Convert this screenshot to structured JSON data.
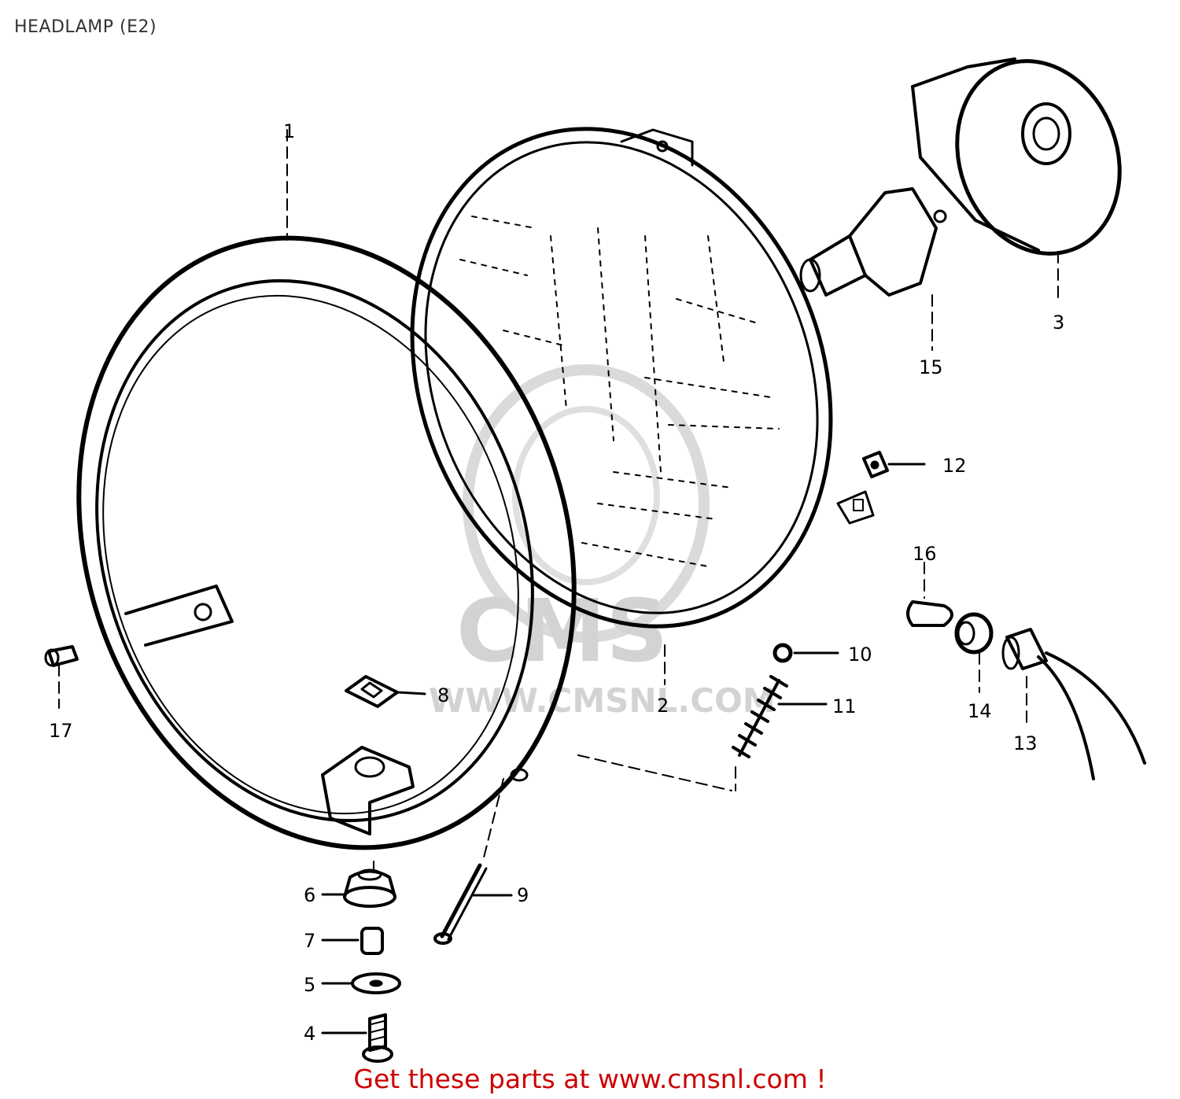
{
  "title": "HEADLAMP (E2)",
  "footer": {
    "text": "Get these parts at www.cmsnl.com !"
  },
  "watermark": {
    "brand": "CMS",
    "url": "WWW.CMSNL.COM"
  },
  "parts": {
    "p1": "1",
    "p2": "2",
    "p3": "3",
    "p4": "4",
    "p5": "5",
    "p6": "6",
    "p7": "7",
    "p8": "8",
    "p9": "9",
    "p10": "10",
    "p11": "11",
    "p12": "12",
    "p13": "13",
    "p14": "14",
    "p15": "15",
    "p16": "16",
    "p17": "17"
  },
  "colors": {
    "link": "#cc0000",
    "line": "#000000",
    "watermark": "#cfcfcf"
  }
}
